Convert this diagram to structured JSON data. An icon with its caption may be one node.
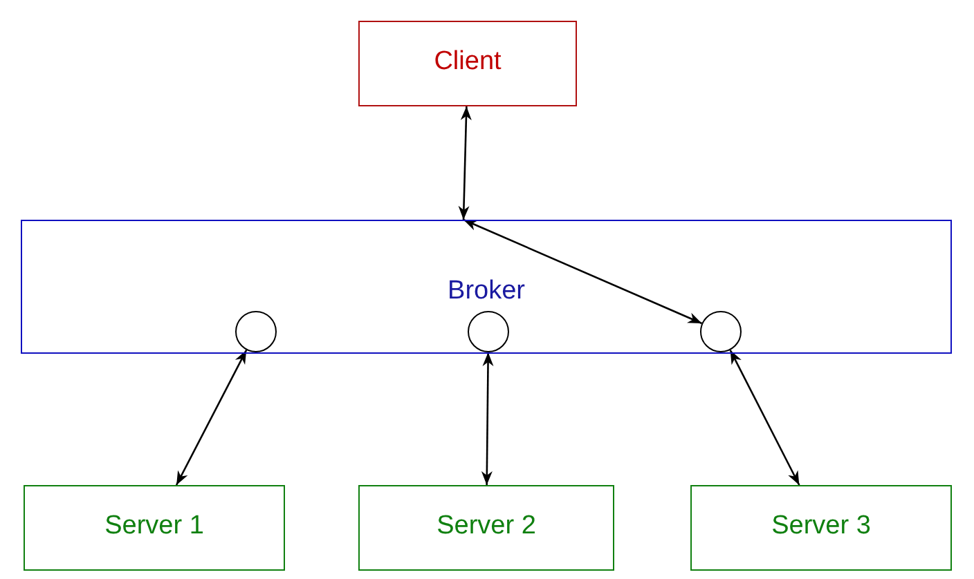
{
  "diagram": {
    "nodes": [
      {
        "text": [
          "Client"
        ]
      },
      {
        "text": [
          "Broker"
        ]
      },
      {
        "text": [],
        "shape": "circle",
        "in": 1
      },
      {
        "text": [],
        "shape": "circle",
        "in": 1
      },
      {
        "text": [],
        "shape": "circle",
        "in": 1
      },
      {
        "text": [
          "Server 1"
        ]
      },
      {
        "text": [
          "Server 2"
        ]
      },
      {
        "text": [
          "Server 3"
        ]
      }
    ],
    "edges": [
      {
        "from": 0,
        "to": 1,
        "arrow": "both"
      },
      {
        "from": 1,
        "to": 4,
        "arrow": "both"
      },
      {
        "from": 2,
        "to": 5,
        "arrow": "both"
      },
      {
        "from": 3,
        "to": 6,
        "arrow": "both"
      },
      {
        "from": 4,
        "to": 7,
        "arrow": "both"
      }
    ]
  }
}
